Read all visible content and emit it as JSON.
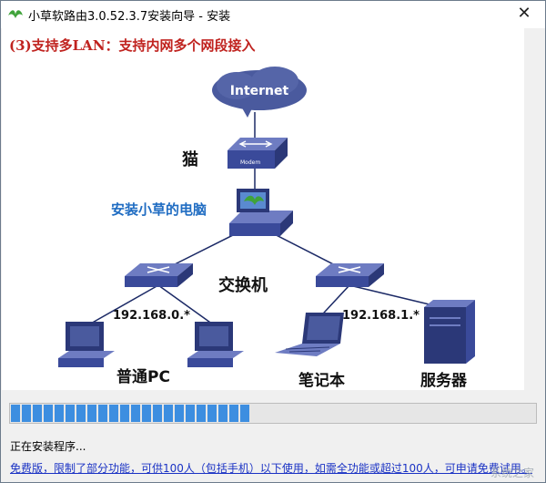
{
  "window": {
    "title": "小草软路由3.0.52.3.7安装向导 - 安装",
    "close_glyph": "✕",
    "icon": "leaf-icon"
  },
  "content": {
    "headline": "(3)支持多LAN：支持内网多个网段接入",
    "diagram": {
      "internet_label": "Internet",
      "modem_label": "猫",
      "modem_tag": "Modem",
      "host_label": "安装小草的电脑",
      "switch_label": "交换机",
      "subnet_left": "192.168.0.*",
      "subnet_right": "192.168.1.*",
      "pc_label": "普通PC",
      "laptop_label": "笔记本",
      "server_label": "服务器"
    }
  },
  "progress": {
    "value": 0.47,
    "color": "#3d8ee0"
  },
  "status": {
    "text": "正在安装程序..."
  },
  "notice": {
    "text": "免费版，限制了部分功能，可供100人（包括手机）以下使用，如需全功能或超过100人，可申请免费试用。"
  },
  "watermark": {
    "text": "系统之家"
  },
  "colors": {
    "accent_red": "#c0231f",
    "accent_blue": "#1f6cc2",
    "device_blue": "#3a4a9a",
    "cloud_blue": "#4a5a9e"
  }
}
